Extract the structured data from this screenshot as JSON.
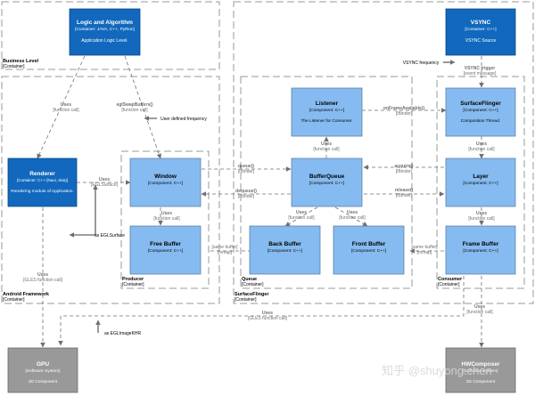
{
  "colors": {
    "container_fill": "#1168bd",
    "component_fill": "#85bbf0",
    "component_stroke": "#5d82a8",
    "system_fill": "#999999",
    "boundary_stroke": "#999999",
    "arrow": "#707070",
    "label": "#707070",
    "text_dark": "#000000",
    "text_light": "#ffffff"
  },
  "boundaries": {
    "business": {
      "name": "Business Level",
      "type": "[Container]"
    },
    "framework": {
      "name": "Android Framework",
      "type": "[Container]"
    },
    "producer": {
      "name": "Producer",
      "type": "[Container]"
    },
    "queue": {
      "name": "Queue",
      "type": "[Container]"
    },
    "surfaceflinger": {
      "name": "SurfaceFlinger",
      "type": "[Container]"
    },
    "consumer": {
      "name": "Consumer",
      "type": "[Container]"
    }
  },
  "boxes": {
    "logic": {
      "title": "Logic and Algorithm",
      "type": "[Container: JAVA, C++, Python]",
      "desc": "Application Logic Level."
    },
    "vsync": {
      "title": "VSYNC",
      "type": "[Container: C++]",
      "desc": "VSYNC Source"
    },
    "renderer": {
      "title": "Renderer",
      "type": "[Container: C++ (hwui, skia)]",
      "desc": "Rendering module of Application."
    },
    "window": {
      "title": "Window",
      "type": "[Component: C++]"
    },
    "free_buffer": {
      "title": "Free Buffer",
      "type": "[Component: C++]"
    },
    "listener": {
      "title": "Listener",
      "type": "[Component: C++]",
      "desc": "The Listener for Consumer."
    },
    "bufferqueue": {
      "title": "BufferQueue",
      "type": "[Component: C++]"
    },
    "back_buffer": {
      "title": "Back Buffer",
      "type": "[Component: C++]"
    },
    "front_buffer": {
      "title": "Front Buffer",
      "type": "[Component: C++]"
    },
    "surfaceflinger_c": {
      "title": "SurfaceFlinger",
      "type": "[Component: C++]",
      "desc": "Composition Thread."
    },
    "layer": {
      "title": "Layer",
      "type": "[Component: C++]"
    },
    "frame_buffer": {
      "title": "Frame Buffer",
      "type": "[Component: C++]"
    },
    "gpu": {
      "title": "GPU",
      "type": "[Software System]",
      "desc": "3D Component"
    },
    "hwcomposer": {
      "title": "HWComposer",
      "type": "[Software System]",
      "desc": "2D Component"
    }
  },
  "edges": {
    "uses": "Uses",
    "function_call": "[function call]",
    "ibinder": "[IBinder]",
    "egl_surface": "[EGLSurface]",
    "same_buffer": "[same buffer]",
    "mmap": "[mmap]",
    "gles_function_call": "[GLES function call]",
    "egl_swap_buffers": "eglSwapBuffers()",
    "user_defined_frequency": "User defined frequency",
    "vsync_frequency": "VSYNC frequency",
    "vsync_trigger": "VSYNC trigger",
    "event_message": "[event message]",
    "on_frame_available": "onFrameAvailable()",
    "queue": "queue()",
    "dequeue": "dequeue()",
    "acquire": "acquire()",
    "release": "release()",
    "as_egl_surface": "as EGLSurface",
    "as_egl_image_khr": "as EGLImageKHR"
  },
  "watermark": "知乎 @shuyong.chen"
}
